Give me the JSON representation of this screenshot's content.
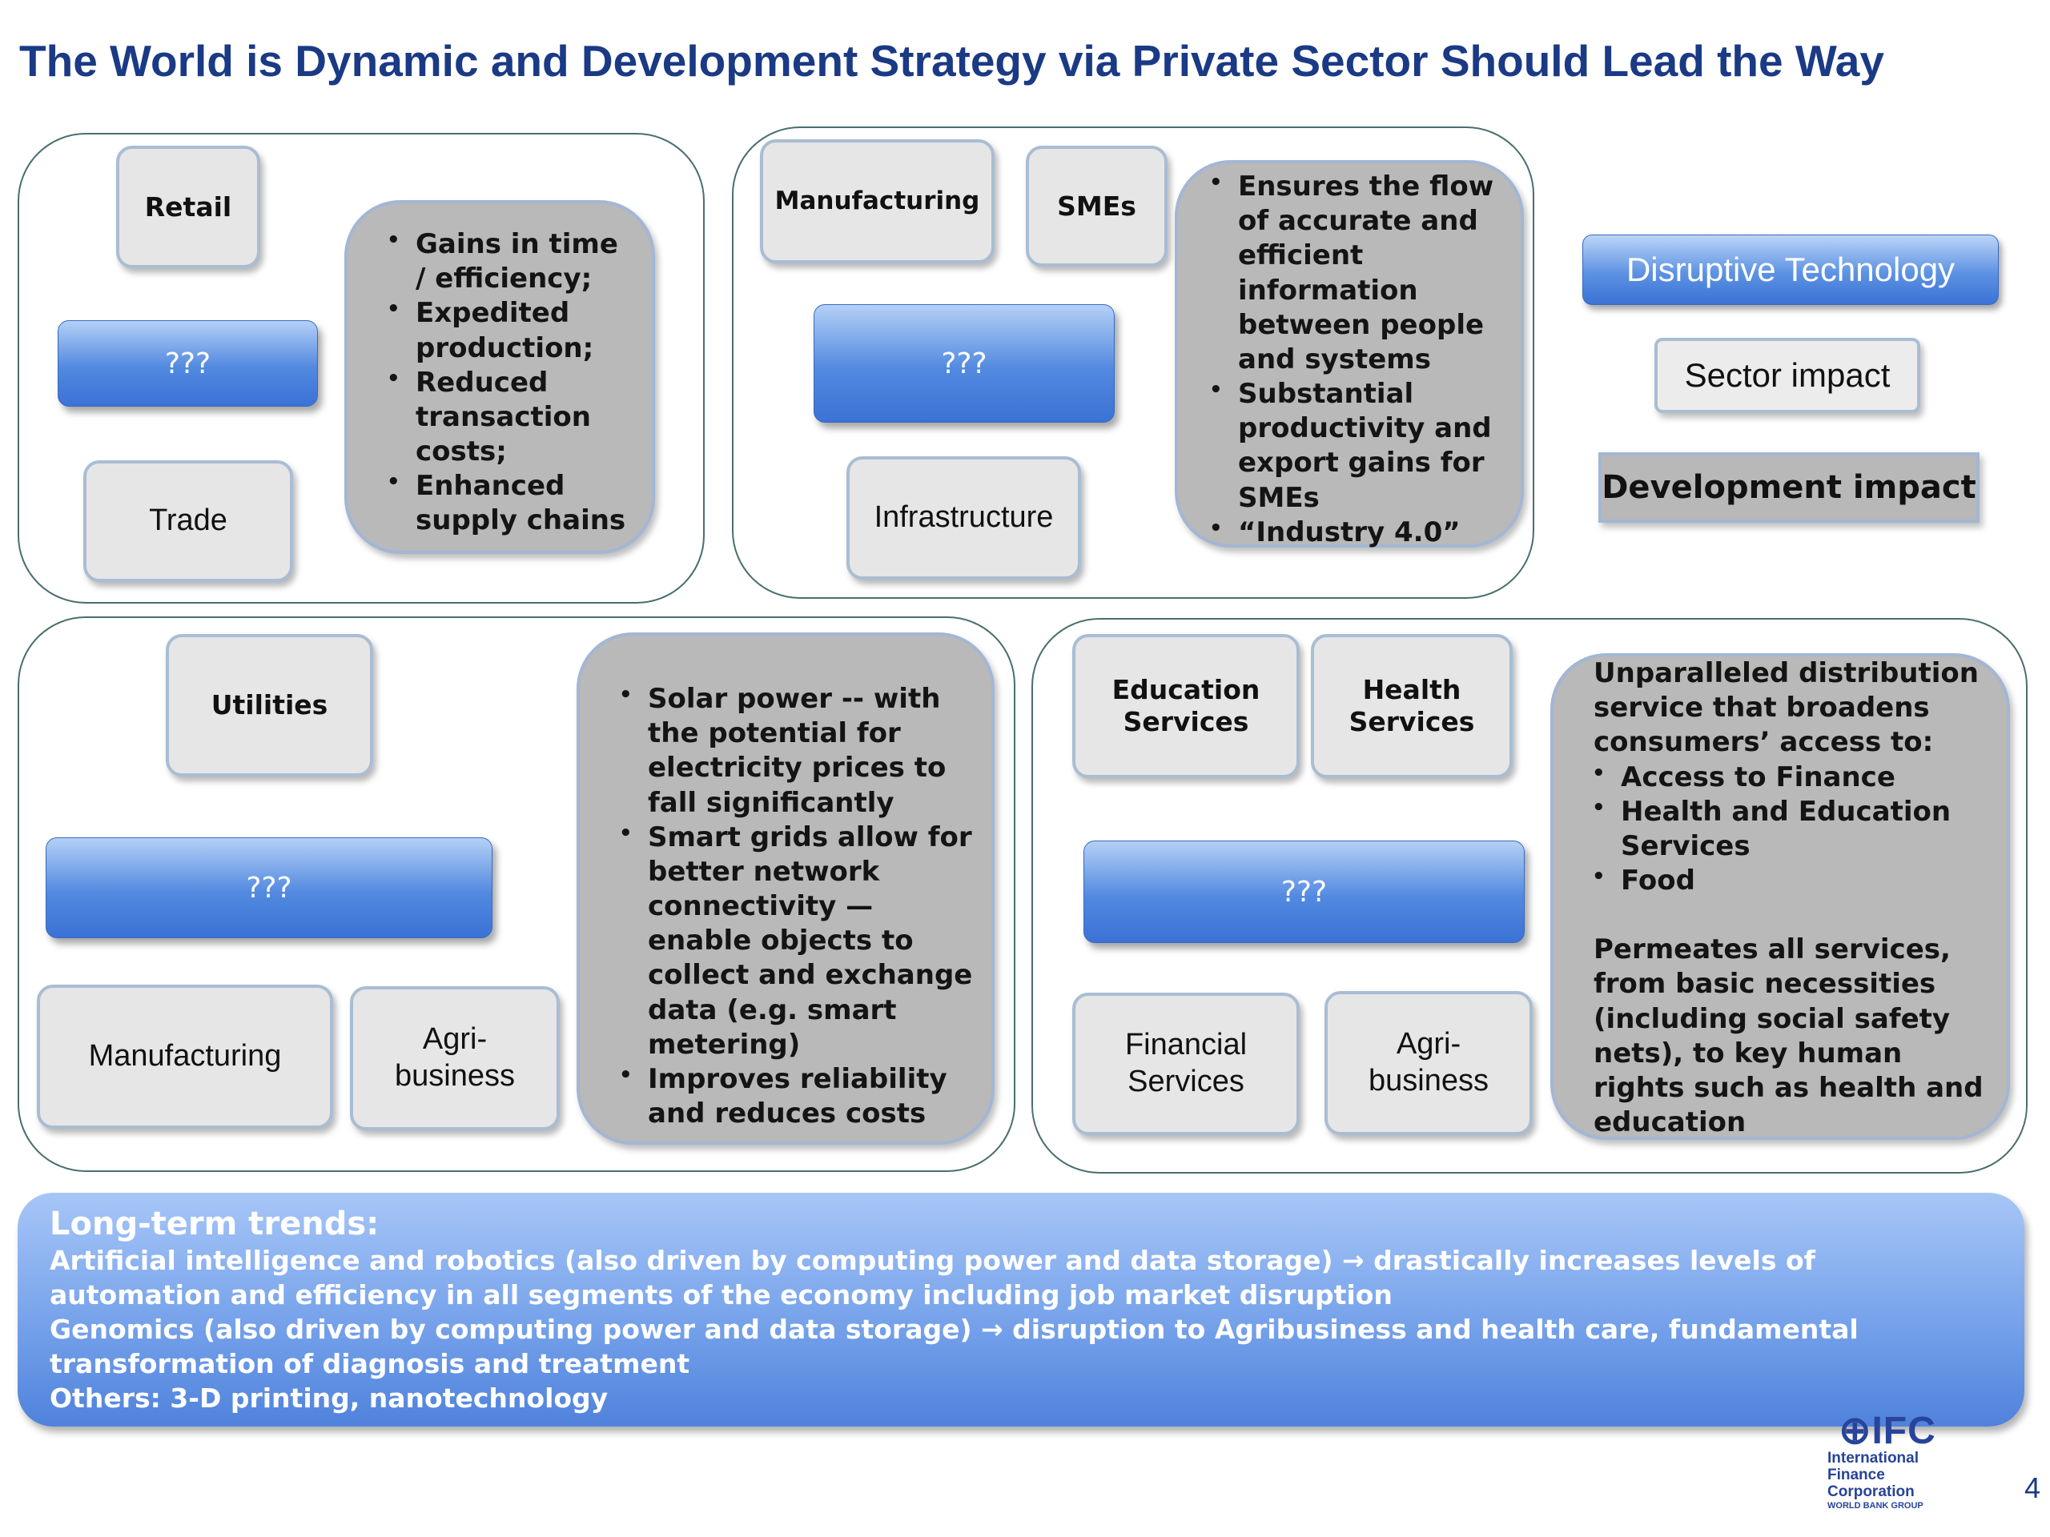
{
  "title": "The World is Dynamic and Development Strategy via Private Sector Should Lead the Way",
  "placeholder": "???",
  "q1": {
    "retail": "Retail",
    "trade": "Trade",
    "bullets": [
      "Gains in time / efficiency;",
      "Expedited production;",
      "Reduced transaction costs;",
      "Enhanced supply chains"
    ]
  },
  "q2": {
    "manufacturing": "Manufacturing",
    "smes": "SMEs",
    "infrastructure": "Infrastructure",
    "bullets": [
      "Ensures the flow of accurate and efficient information between people and systems",
      "Substantial productivity and export gains for SMEs",
      "“Industry 4.0”"
    ]
  },
  "legend": {
    "disruptive": "Disruptive Technology",
    "sector": "Sector impact",
    "development": "Development impact"
  },
  "q3": {
    "utilities": "Utilities",
    "manufacturing": "Manufacturing",
    "agri": "Agri-business",
    "bullets": [
      "Solar power -- with the potential for electricity prices to fall significantly",
      "Smart grids allow for better network connectivity —enable objects to collect and exchange data (e.g. smart metering)",
      "Improves reliability and reduces costs"
    ]
  },
  "q4": {
    "education": "Education Services",
    "health": "Health Services",
    "financial": "Financial Services",
    "agri": "Agri-business",
    "intro": "Unparalleled distribution service that broadens consumers’ access to:",
    "bullets": [
      "Access to Finance",
      "Health and Education Services",
      "Food"
    ],
    "outro": "Permeates all services, from basic necessities (including social safety nets), to key human rights such as health and education"
  },
  "trends": {
    "heading": "Long-term trends:",
    "lines": [
      "Artificial intelligence and robotics (also driven by computing power and data storage) → drastically increases levels of automation and efficiency in all segments of the economy including job market disruption",
      "Genomics (also driven by computing power and data storage) → disruption to Agribusiness and health care, fundamental transformation of diagnosis and treatment",
      "Others: 3-D printing, nanotechnology"
    ]
  },
  "logo": {
    "line1": "International",
    "line2": "Finance",
    "line3": "Corporation",
    "line4": "WORLD BANK GROUP"
  },
  "page_number": "4",
  "colors": {
    "title": "#1a3a85",
    "connector": "#4a80c8",
    "panel_border": "#4a6e6e",
    "blue_bar": "#3b72d6",
    "gray_box": "#b9b9b9"
  }
}
